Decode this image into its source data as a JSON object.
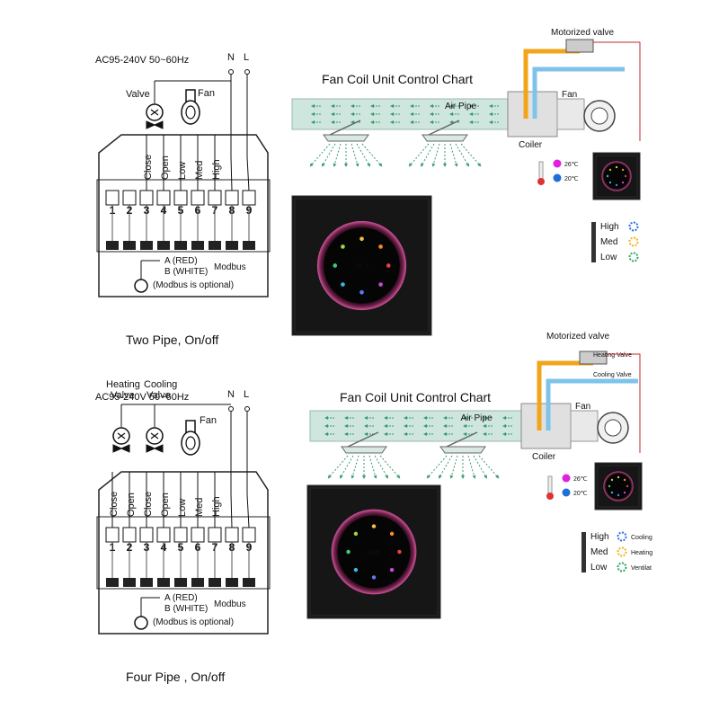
{
  "panels": [
    {
      "id": "two-pipe",
      "supply": "AC95-240V  50~60Hz",
      "neutral": "N",
      "live": "L",
      "device_labels": [
        "Valve",
        "Fan"
      ],
      "terminal_functions": [
        "Close",
        "Open",
        "Low",
        "Med",
        "High"
      ],
      "terminals": [
        "1",
        "2",
        "3",
        "4",
        "5",
        "6",
        "7",
        "8",
        "9"
      ],
      "modbus_a": "A (RED)",
      "modbus_b": "B (WHITE)",
      "modbus_label": "Modbus",
      "modbus_note": "(Modbus is optional)",
      "caption": "Two Pipe, On/off",
      "chart_title": "Fan Coil Unit Control Chart",
      "air_pipe": "Air Pipe",
      "valve_label": "Motorized valve",
      "coil_label": "Coiler",
      "fan_label": "Fan",
      "temp_hot": "26℃",
      "temp_cold": "20℃",
      "thermostat_temp": "28.5",
      "speed_levels": [
        "High",
        "Med",
        "Low"
      ],
      "mode_labels": []
    },
    {
      "id": "four-pipe",
      "supply": "AC95-240V  50~60Hz",
      "neutral": "N",
      "live": "L",
      "device_labels": [
        "Heating\nValve",
        "Cooling\nValve",
        "Fan"
      ],
      "terminal_functions": [
        "Close",
        "Open",
        "Close",
        "Open",
        "Low",
        "Med",
        "High"
      ],
      "terminals": [
        "1",
        "2",
        "3",
        "4",
        "5",
        "6",
        "7",
        "8",
        "9"
      ],
      "modbus_a": "A (RED)",
      "modbus_b": "B (WHITE)",
      "modbus_label": "Modbus",
      "modbus_note": "(Modbus is optional)",
      "caption": "Four Pipe , On/off",
      "chart_title": "Fan Coil Unit Control Chart",
      "air_pipe": "Air Pipe",
      "valve_label": "Motorized valve",
      "heating_valve": "Heating Valve",
      "cooling_valve": "Cooling Valve",
      "coil_label": "Coiler",
      "fan_label": "Fan",
      "temp_hot": "26℃",
      "temp_cold": "20℃",
      "thermostat_temp": "28.5",
      "speed_levels": [
        "High",
        "Med",
        "Low"
      ],
      "mode_labels": [
        "Cooling",
        "Heating",
        "Ventilat"
      ]
    }
  ],
  "colors": {
    "pipe": "#cfe6df",
    "arrow": "#3a9a6e",
    "hot": "#f2a51a",
    "cold": "#7fc3ea",
    "thermostat": "#1a1a1a",
    "ring": "#c4487f",
    "red_wire": "#c0272d",
    "hot_dot": "#e020e0",
    "cold_dot": "#1f6fd6"
  }
}
